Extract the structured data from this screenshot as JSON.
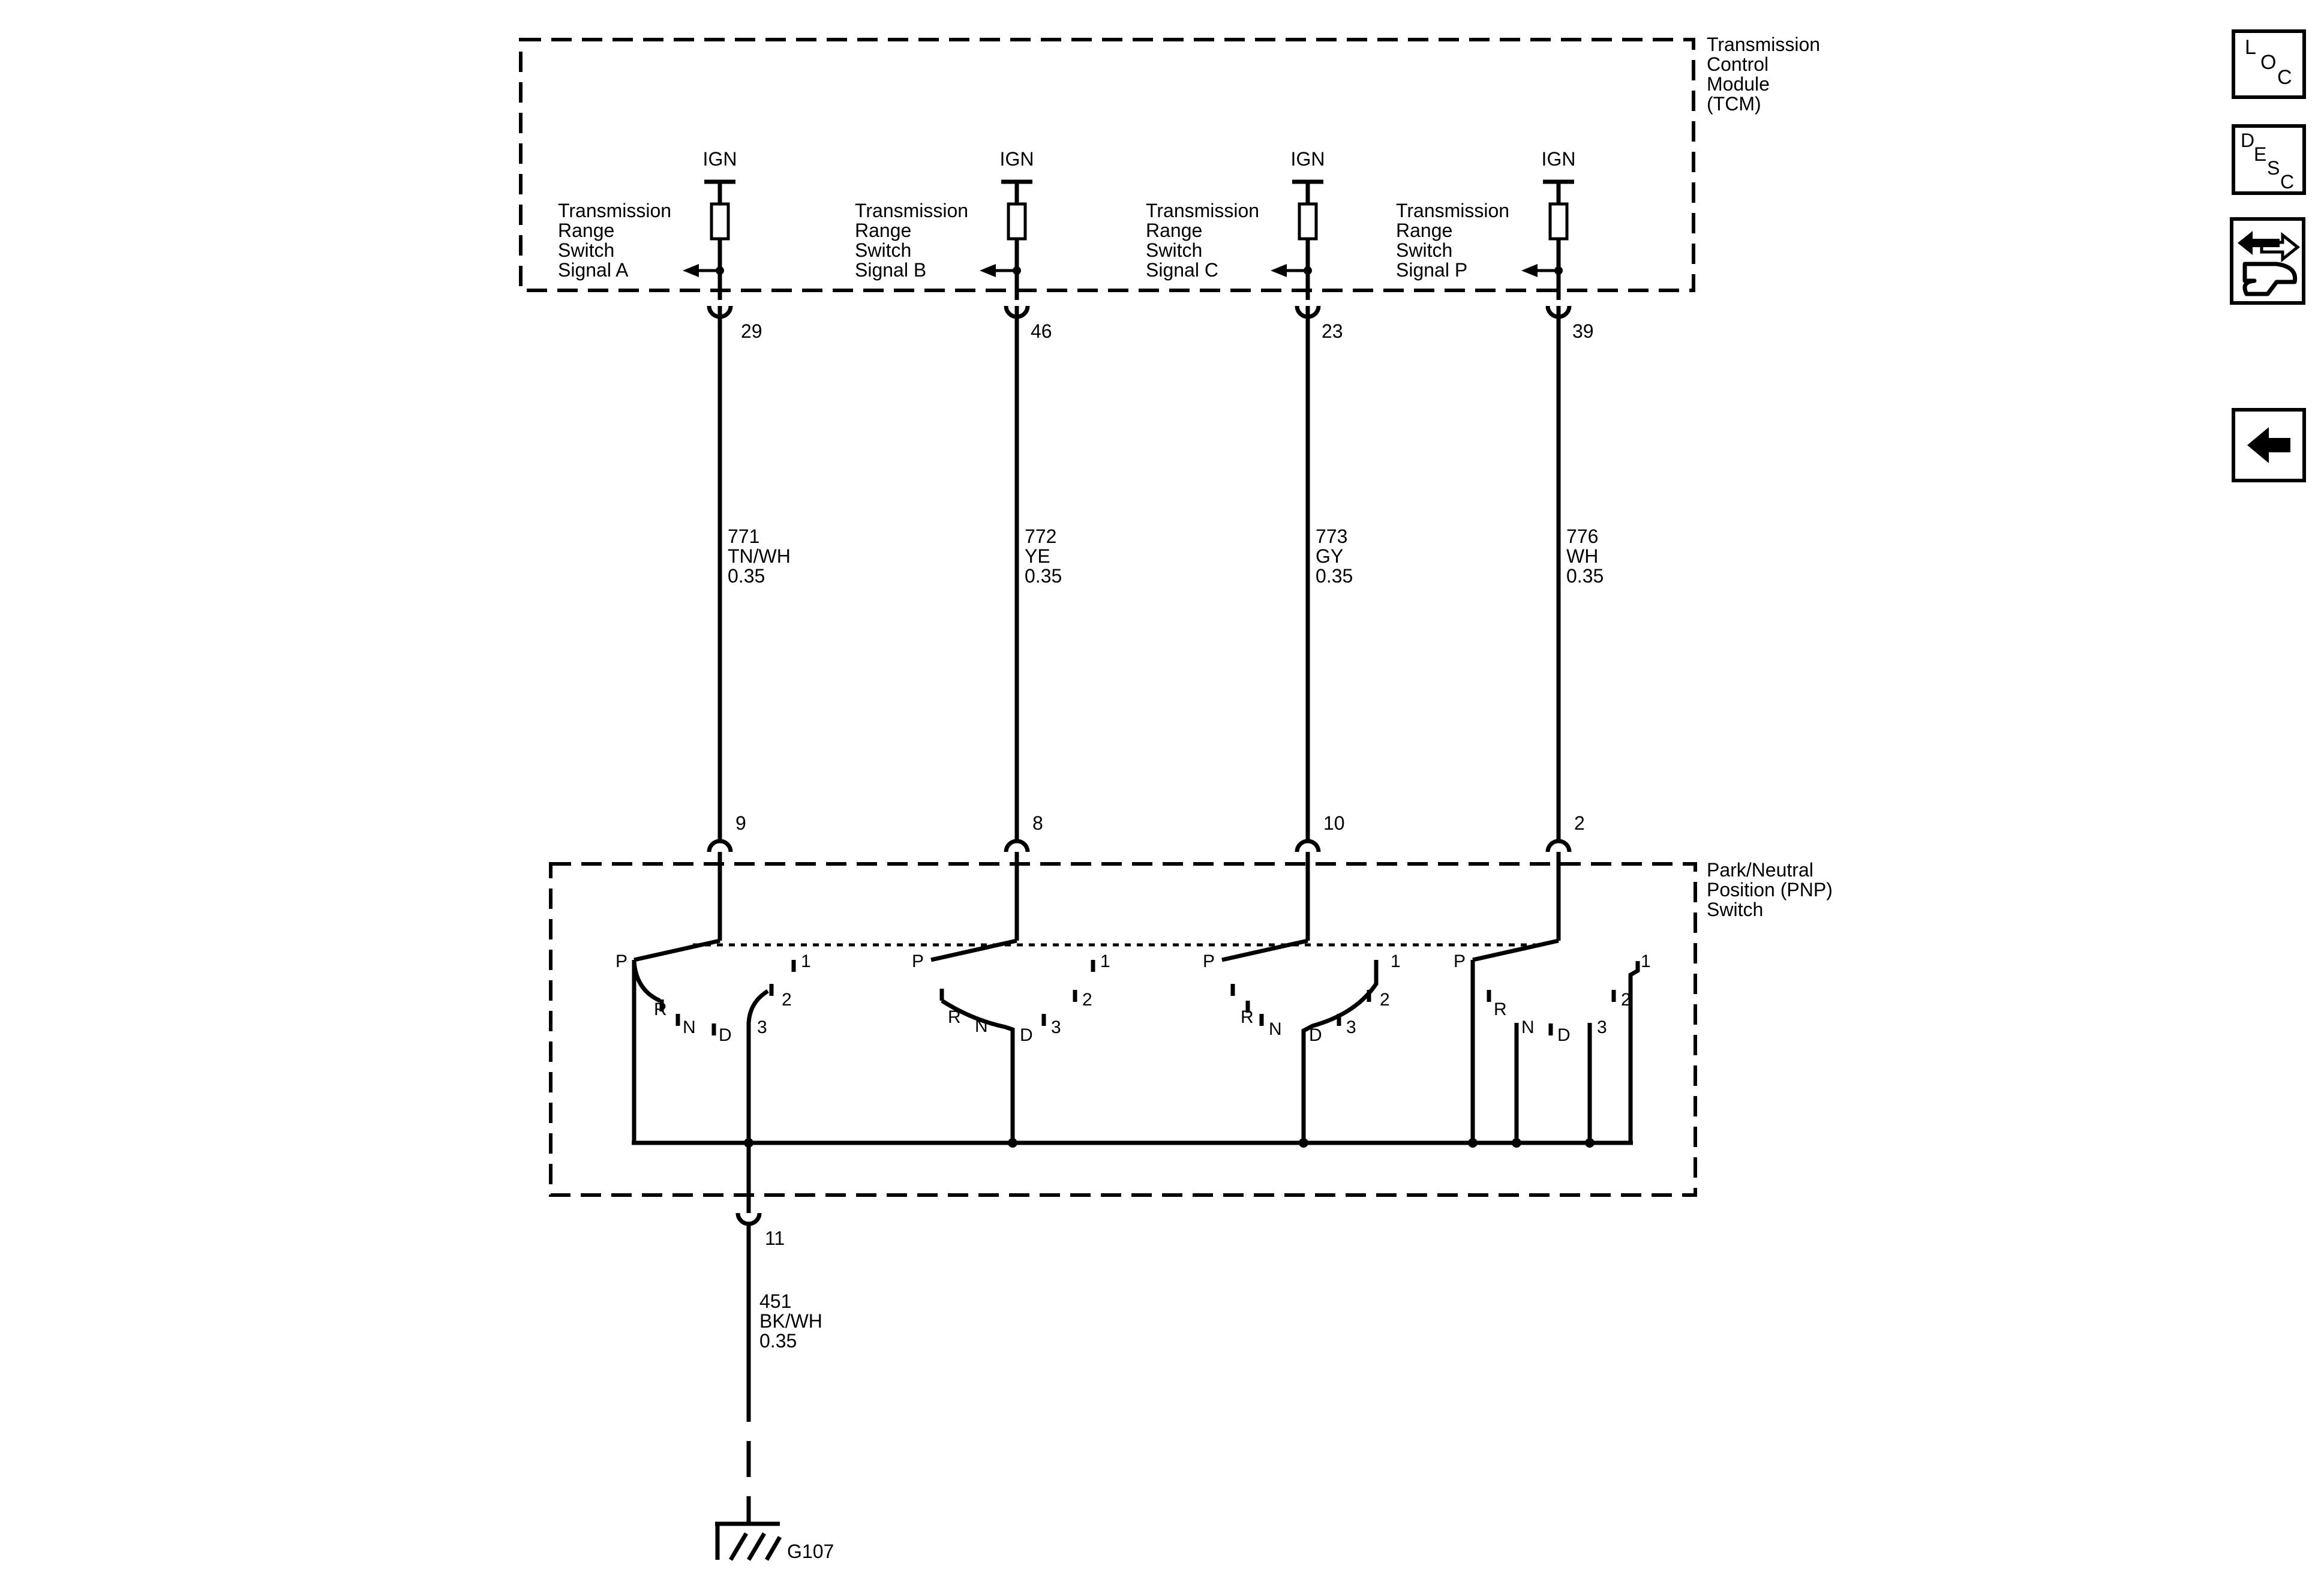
{
  "tcm": {
    "title_lines": [
      "Transmission",
      "Control",
      "Module",
      "(TCM)"
    ],
    "ign_label": "IGN",
    "signals": [
      {
        "lines": [
          "Transmission",
          "Range",
          "Switch",
          "Signal A"
        ],
        "pin": "29"
      },
      {
        "lines": [
          "Transmission",
          "Range",
          "Switch",
          "Signal B"
        ],
        "pin": "46"
      },
      {
        "lines": [
          "Transmission",
          "Range",
          "Switch",
          "Signal C"
        ],
        "pin": "23"
      },
      {
        "lines": [
          "Transmission",
          "Range",
          "Switch",
          "Signal P"
        ],
        "pin": "39"
      }
    ]
  },
  "wires": [
    {
      "circuit": "771",
      "color": "TN/WH",
      "gauge": "0.35"
    },
    {
      "circuit": "772",
      "color": "YE",
      "gauge": "0.35"
    },
    {
      "circuit": "773",
      "color": "GY",
      "gauge": "0.35"
    },
    {
      "circuit": "776",
      "color": "WH",
      "gauge": "0.35"
    }
  ],
  "pnp": {
    "title_lines": [
      "Park/Neutral",
      "Position (PNP)",
      "Switch"
    ],
    "pins": [
      "9",
      "8",
      "10",
      "2"
    ],
    "positions": {
      "p": "P",
      "r": "R",
      "n": "N",
      "d": "D",
      "g3": "3",
      "g2": "2",
      "g1": "1"
    },
    "ground_pin": "11"
  },
  "ground_wire": {
    "circuit": "451",
    "color": "BK/WH",
    "gauge": "0.35"
  },
  "ground": {
    "label": "G107"
  },
  "toolbar": {
    "loc": {
      "l": "L",
      "o": "O",
      "c": "C"
    },
    "desc": {
      "d": "D",
      "e": "E",
      "s": "S",
      "c": "C"
    }
  }
}
